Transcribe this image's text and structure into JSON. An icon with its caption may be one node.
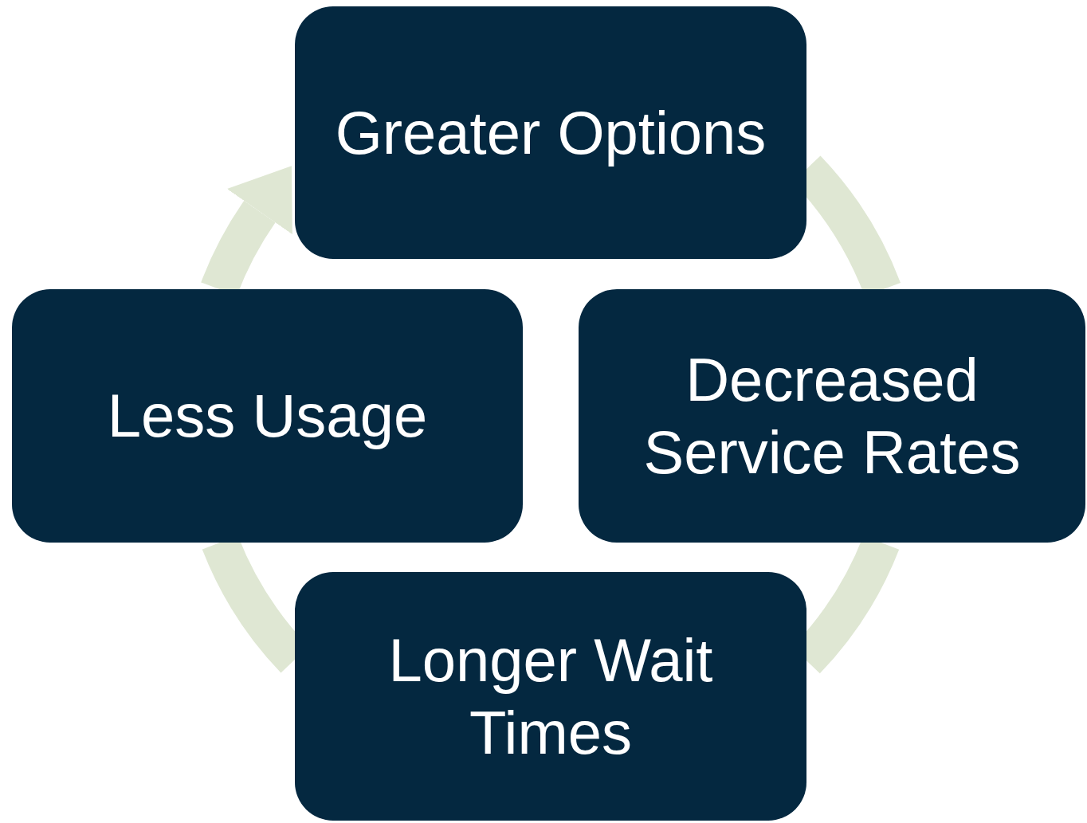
{
  "diagram": {
    "nodes": [
      {
        "text": [
          "Greater Options"
        ]
      },
      {
        "text": [
          "Decreased Service Rates"
        ]
      },
      {
        "text": [
          "Longer Wait Times"
        ]
      },
      {
        "text": [
          "Less Usage"
        ]
      }
    ],
    "edges": [
      {
        "from": 0,
        "to": 1,
        "arrow": "none"
      },
      {
        "from": 1,
        "to": 2,
        "arrow": "none"
      },
      {
        "from": 2,
        "to": 3,
        "arrow": "none"
      },
      {
        "from": 3,
        "to": 0,
        "arrow": "to"
      }
    ]
  }
}
